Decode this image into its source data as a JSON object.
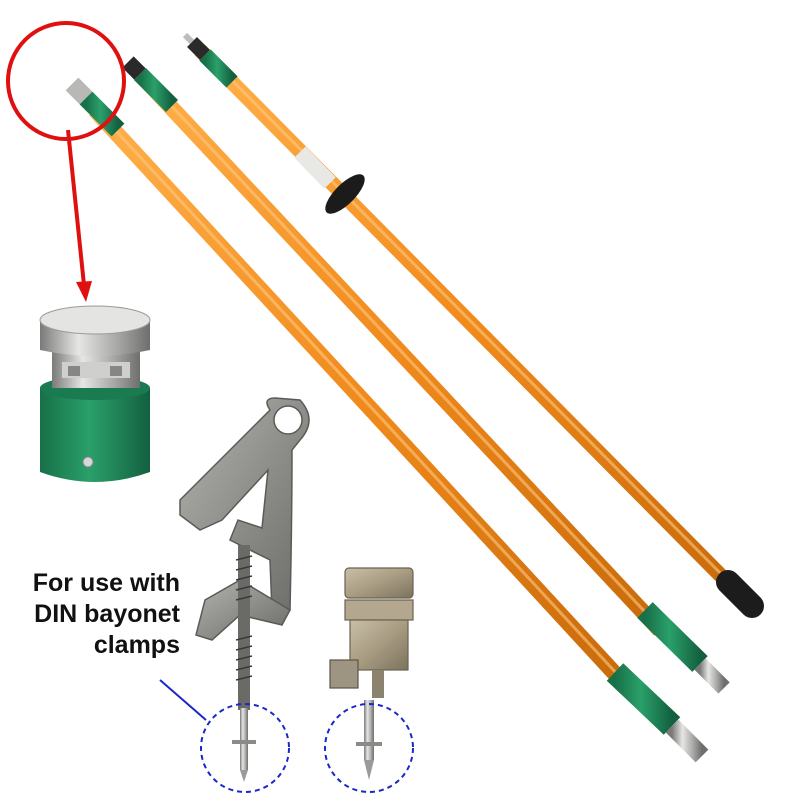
{
  "caption": {
    "line1": "For use with",
    "line2": "DIN bayonet",
    "line3": "clamps"
  },
  "colors": {
    "pole_orange": "#f08a1c",
    "band_green": "#1f8a5a",
    "callout_red": "#e01010",
    "pointer_blue": "#1a28c8",
    "metal": "#9a9a96"
  },
  "icons": [
    "hot-stick-pole",
    "bayonet-fitting",
    "din-clamp",
    "callout-circle",
    "arrow"
  ]
}
